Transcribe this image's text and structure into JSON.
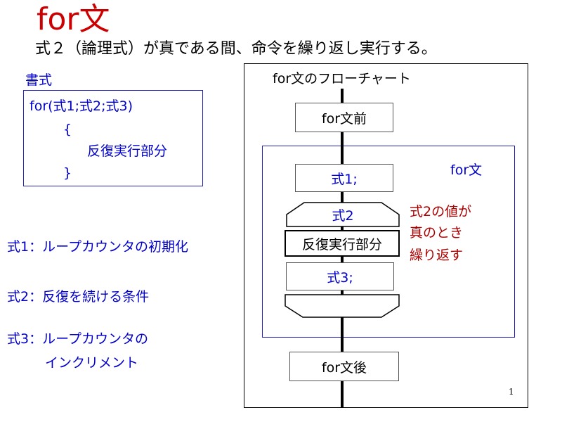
{
  "title": "for文",
  "subtitle": "式２（論理式）が真である間、命令を繰り返し実行する。",
  "format": {
    "label": "書式",
    "lines": [
      "for(式1;式2;式3)",
      "{",
      "反復実行部分",
      "}"
    ]
  },
  "notes": {
    "expr1": "式1：ループカウンタの初期化",
    "expr2": "式2：反復を続ける条件",
    "expr3_line1": "式3：ループカウンタの",
    "expr3_line2": "インクリメント"
  },
  "flowchart": {
    "title": "for文のフローチャート",
    "before": "for文前",
    "region_label": "for文",
    "expr1": "式1;",
    "loop_start": "式2",
    "body": "反復実行部分",
    "expr3": "式3;",
    "after": "for文後",
    "condition_note": [
      "式2の値が",
      "真のとき",
      "繰り返す"
    ]
  },
  "page_number": "1"
}
